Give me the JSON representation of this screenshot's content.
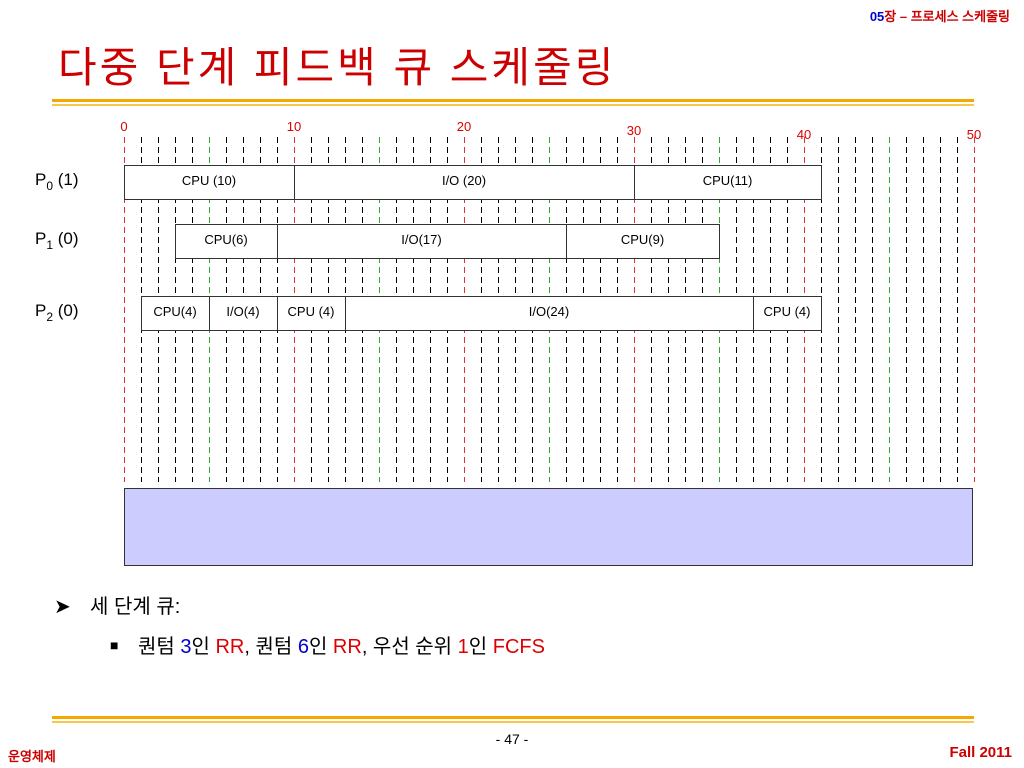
{
  "header": {
    "chapter_num": "05",
    "chapter_text": "장 – 프로세스 스케줄링"
  },
  "title": "다중 단계 피드백 큐 스케줄링",
  "timeline": {
    "tick_labels": [
      {
        "t": 0,
        "label": "0"
      },
      {
        "t": 10,
        "label": "10"
      },
      {
        "t": 20,
        "label": "20"
      },
      {
        "t": 30,
        "label": "30"
      },
      {
        "t": 40,
        "label": "40"
      },
      {
        "t": 50,
        "label": "50"
      }
    ],
    "range": [
      0,
      50
    ],
    "red_marks": [
      0,
      10,
      20,
      30,
      40,
      50
    ],
    "green_marks": [
      5,
      15,
      25,
      35,
      45
    ],
    "colors": {
      "red": "#e03030",
      "green": "#2ea82e",
      "black": "#000000",
      "label": "#dd0000"
    }
  },
  "processes": [
    {
      "name": "P",
      "sub": "0",
      "priority": "(1)",
      "segments": [
        {
          "start": 0,
          "end": 10,
          "label": "CPU (10)"
        },
        {
          "start": 10,
          "end": 30,
          "label": "I/O (20)"
        },
        {
          "start": 30,
          "end": 41,
          "label": "CPU(11)"
        }
      ]
    },
    {
      "name": "P",
      "sub": "1",
      "priority": "(0)",
      "segments": [
        {
          "start": 3,
          "end": 9,
          "label": "CPU(6)"
        },
        {
          "start": 9,
          "end": 26,
          "label": "I/O(17)"
        },
        {
          "start": 26,
          "end": 35,
          "label": "CPU(9)"
        }
      ]
    },
    {
      "name": "P",
      "sub": "2",
      "priority": "(0)",
      "segments": [
        {
          "start": 1,
          "end": 5,
          "label": "CPU(4)"
        },
        {
          "start": 5,
          "end": 9,
          "label": "I/O(4)"
        },
        {
          "start": 9,
          "end": 13,
          "label": "CPU (4)"
        },
        {
          "start": 13,
          "end": 37,
          "label": "I/O(24)"
        },
        {
          "start": 37,
          "end": 41,
          "label": "CPU (4)"
        }
      ]
    }
  ],
  "bullets": {
    "b1": "세 단계 큐:",
    "b2": {
      "p1": "퀀텀 ",
      "n1": "3",
      "p2": "인 ",
      "rr1": "RR",
      "p3": ", 퀀텀 ",
      "n2": "6",
      "p4": "인 ",
      "rr2": "RR",
      "p5": ", 우선 순위 ",
      "n3": "1",
      "p6": "인 ",
      "fcfs": "FCFS"
    }
  },
  "footer": {
    "page": "- 47 -",
    "left": "운영체제",
    "right": "Fall 2011"
  }
}
